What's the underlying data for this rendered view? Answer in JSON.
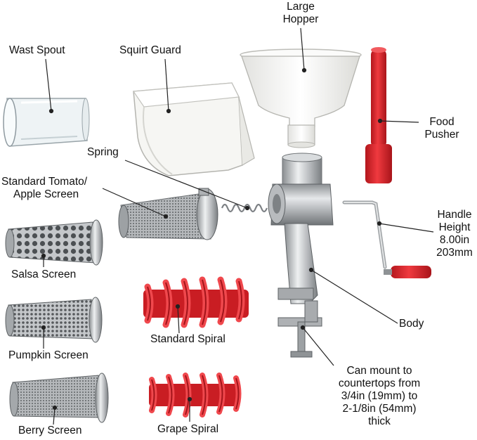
{
  "labels": {
    "wast_spout": "Wast Spout",
    "squirt_guard": "Squirt Guard",
    "large_hopper_1": "Large",
    "large_hopper_2": "Hopper",
    "food_pusher_1": "Food",
    "food_pusher_2": "Pusher",
    "spring": "Spring",
    "standard_screen_1": "Standard Tomato/",
    "standard_screen_2": "Apple Screen",
    "handle_1": "Handle",
    "handle_2": "Height",
    "handle_3": "8.00in",
    "handle_4": "203mm",
    "salsa_screen": "Salsa Screen",
    "standard_spiral": "Standard Spiral",
    "body": "Body",
    "pumpkin_screen": "Pumpkin Screen",
    "mount_1": "Can mount to",
    "mount_2": "countertops from",
    "mount_3": "3/4in (19mm) to",
    "mount_4": "2-1/8in (54mm)",
    "mount_5": "thick",
    "berry_screen": "Berry Screen",
    "grape_spiral": "Grape Spiral"
  },
  "colors": {
    "red_part": "#e0262c",
    "white_part": "#f4f4f2",
    "metal": "#c9ccce",
    "leader_line": "#222222"
  }
}
